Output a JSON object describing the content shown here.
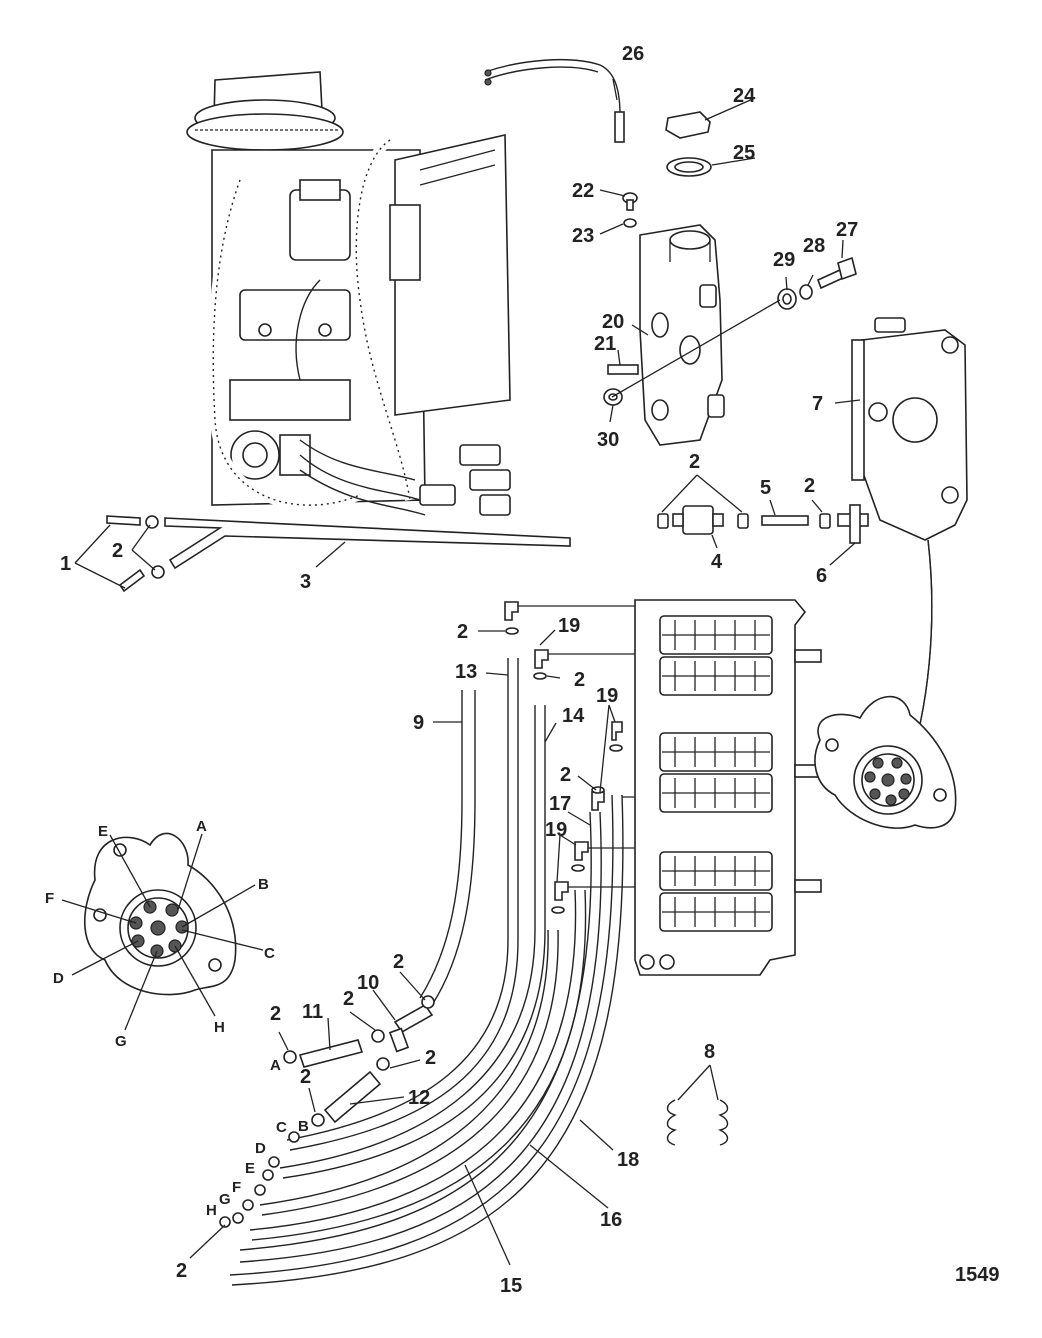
{
  "figure_number": "1549",
  "callouts": [
    {
      "id": "c1",
      "text": "1"
    },
    {
      "id": "c2a",
      "text": "2"
    },
    {
      "id": "c3",
      "text": "3"
    },
    {
      "id": "c2b",
      "text": "2"
    },
    {
      "id": "c4",
      "text": "4"
    },
    {
      "id": "c5",
      "text": "5"
    },
    {
      "id": "c2c",
      "text": "2"
    },
    {
      "id": "c6",
      "text": "6"
    },
    {
      "id": "c7",
      "text": "7"
    },
    {
      "id": "c20",
      "text": "20"
    },
    {
      "id": "c21",
      "text": "21"
    },
    {
      "id": "c30",
      "text": "30"
    },
    {
      "id": "c22",
      "text": "22"
    },
    {
      "id": "c23",
      "text": "23"
    },
    {
      "id": "c24",
      "text": "24"
    },
    {
      "id": "c25",
      "text": "25"
    },
    {
      "id": "c26",
      "text": "26"
    },
    {
      "id": "c27",
      "text": "27"
    },
    {
      "id": "c28",
      "text": "28"
    },
    {
      "id": "c29",
      "text": "29"
    },
    {
      "id": "c2d",
      "text": "2"
    },
    {
      "id": "c19a",
      "text": "19"
    },
    {
      "id": "c13",
      "text": "13"
    },
    {
      "id": "c2e",
      "text": "2"
    },
    {
      "id": "c9",
      "text": "9"
    },
    {
      "id": "c14",
      "text": "14"
    },
    {
      "id": "c19b",
      "text": "19"
    },
    {
      "id": "c2f",
      "text": "2"
    },
    {
      "id": "c17",
      "text": "17"
    },
    {
      "id": "c19c",
      "text": "19"
    },
    {
      "id": "c2g",
      "text": "2"
    },
    {
      "id": "c10",
      "text": "10"
    },
    {
      "id": "c2h",
      "text": "2"
    },
    {
      "id": "c11",
      "text": "11"
    },
    {
      "id": "c2i",
      "text": "2"
    },
    {
      "id": "c2j",
      "text": "2"
    },
    {
      "id": "c2k",
      "text": "2"
    },
    {
      "id": "c12",
      "text": "12"
    },
    {
      "id": "c8",
      "text": "8"
    },
    {
      "id": "c18",
      "text": "18"
    },
    {
      "id": "c16",
      "text": "16"
    },
    {
      "id": "c15",
      "text": "15"
    },
    {
      "id": "c2l",
      "text": "2"
    }
  ],
  "port_letters": [
    {
      "id": "pA",
      "text": "A"
    },
    {
      "id": "pB",
      "text": "B"
    },
    {
      "id": "pC",
      "text": "C"
    },
    {
      "id": "pD",
      "text": "D"
    },
    {
      "id": "pE",
      "text": "E"
    },
    {
      "id": "pF",
      "text": "F"
    },
    {
      "id": "pG",
      "text": "G"
    },
    {
      "id": "pH",
      "text": "H"
    }
  ],
  "hose_end_letters": [
    {
      "id": "hA",
      "text": "A"
    },
    {
      "id": "hB",
      "text": "B"
    },
    {
      "id": "hC",
      "text": "C"
    },
    {
      "id": "hD",
      "text": "D"
    },
    {
      "id": "hE",
      "text": "E"
    },
    {
      "id": "hF",
      "text": "F"
    },
    {
      "id": "hG",
      "text": "G"
    },
    {
      "id": "hH",
      "text": "H"
    }
  ]
}
